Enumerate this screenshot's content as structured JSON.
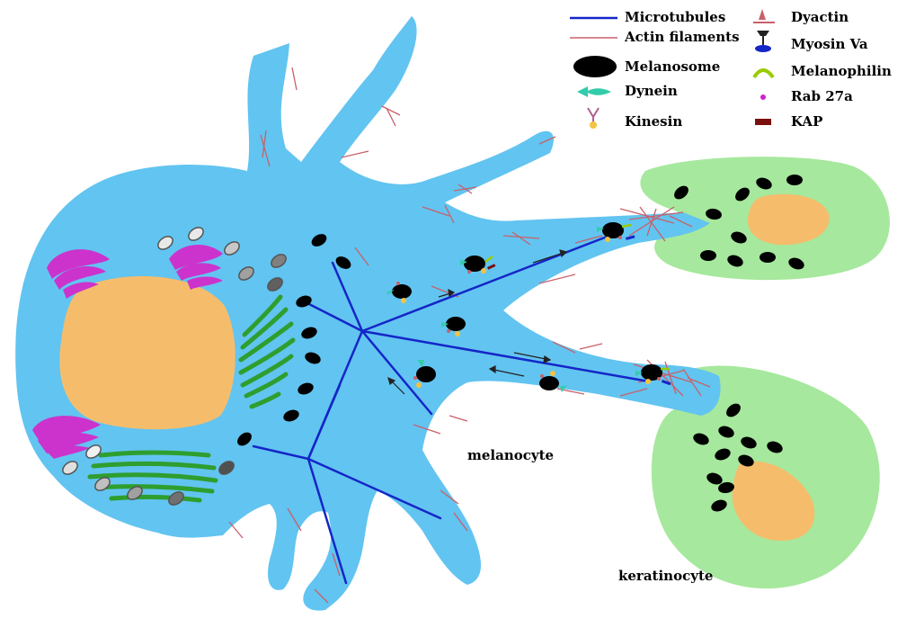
{
  "colors": {
    "cytoplasm": "#62c4f0",
    "keratinocyte": "#a6e89d",
    "nucleus": "#f5bd6b",
    "golgi": "#cc33cc",
    "er": "#2e9e2e",
    "microtubule": "#1426c8",
    "actin": "#c8606a",
    "melanosome": "#000000",
    "dynein": "#33ccaa",
    "kinesin": "#f5c242",
    "kap": "#7a1010",
    "rab27a": "#cc22cc",
    "melanophilin": "#99cc00"
  },
  "legend": {
    "microtubules": "Microtubules",
    "actin_filaments": "Actin filaments",
    "melanosome": "Melanosome",
    "dynein": "Dynein",
    "kinesin": "Kinesin",
    "dyactin": "Dyactin",
    "myosin_va": "Myosin Va",
    "melanophilin": "Melanophilin",
    "rab27a": "Rab 27a",
    "kap": "KAP"
  },
  "labels": {
    "melanocyte": "melanocyte",
    "keratinocyte": "keratinocyte"
  }
}
